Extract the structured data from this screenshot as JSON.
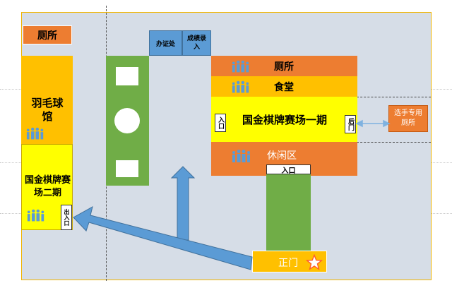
{
  "labels": {
    "toilet_left": "厕所",
    "badminton": "羽毛球馆",
    "venue2": "国金棋牌赛场二期",
    "exit_entrance": "出入口",
    "office": "办证处",
    "score_entry": "成绩录入",
    "toilet_top": "厕所",
    "canteen": "食堂",
    "venue1": "国金棋牌赛场一期",
    "entrance_left": "入口",
    "back_door": "后门",
    "player_toilet": "选手专用厕所",
    "lounge": "休闲区",
    "entrance_bottom": "入口",
    "main_gate": "正门"
  },
  "colors": {
    "orange": "#ed7d31",
    "gold": "#ffc000",
    "yellow": "#ffff00",
    "blue": "#5b9bd5",
    "green": "#70ad47",
    "background": "#d6dde7"
  },
  "icons": [
    "people-icon",
    "star-icon",
    "arrow-up",
    "arrow-to-venue2",
    "double-arrow"
  ]
}
